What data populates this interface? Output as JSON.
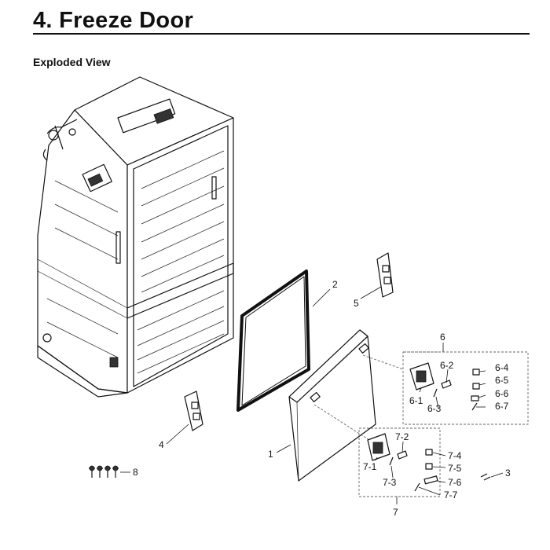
{
  "page": {
    "title": "4.  Freeze Door",
    "subtitle": "Exploded View"
  },
  "diagram": {
    "labels": {
      "p1": "1",
      "p2": "2",
      "p3": "3",
      "p4": "4",
      "p5": "5",
      "p6": "6",
      "p6_1": "6-1",
      "p6_2": "6-2",
      "p6_3": "6-3",
      "p6_4": "6-4",
      "p6_5": "6-5",
      "p6_6": "6-6",
      "p6_7": "6-7",
      "p7": "7",
      "p7_1": "7-1",
      "p7_2": "7-2",
      "p7_3": "7-3",
      "p7_4": "7-4",
      "p7_5": "7-5",
      "p7_6": "7-6",
      "p7_7": "7-7",
      "p8": "8"
    }
  }
}
